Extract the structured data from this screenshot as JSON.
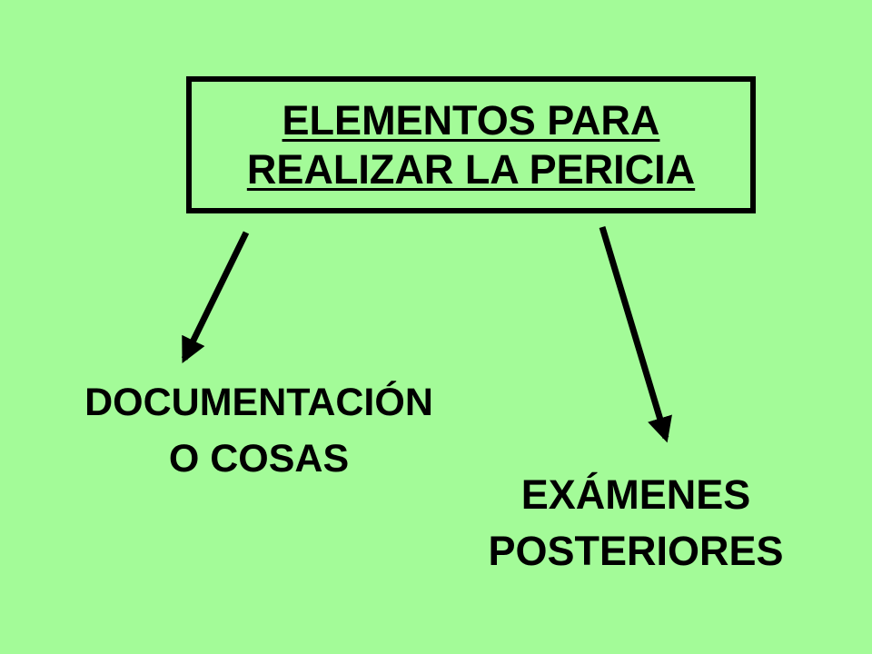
{
  "colors": {
    "background": "#a3fb98",
    "text": "#000000",
    "box_border": "#000000",
    "arrow": "#000000"
  },
  "title": {
    "line1": "ELEMENTOS PARA",
    "line2": "REALIZAR LA PERICIA"
  },
  "left_node": {
    "line1": "DOCUMENTACIÓN",
    "line2": "O COSAS"
  },
  "right_node": {
    "line1": "EXÁMENES",
    "line2": "POSTERIORES"
  }
}
